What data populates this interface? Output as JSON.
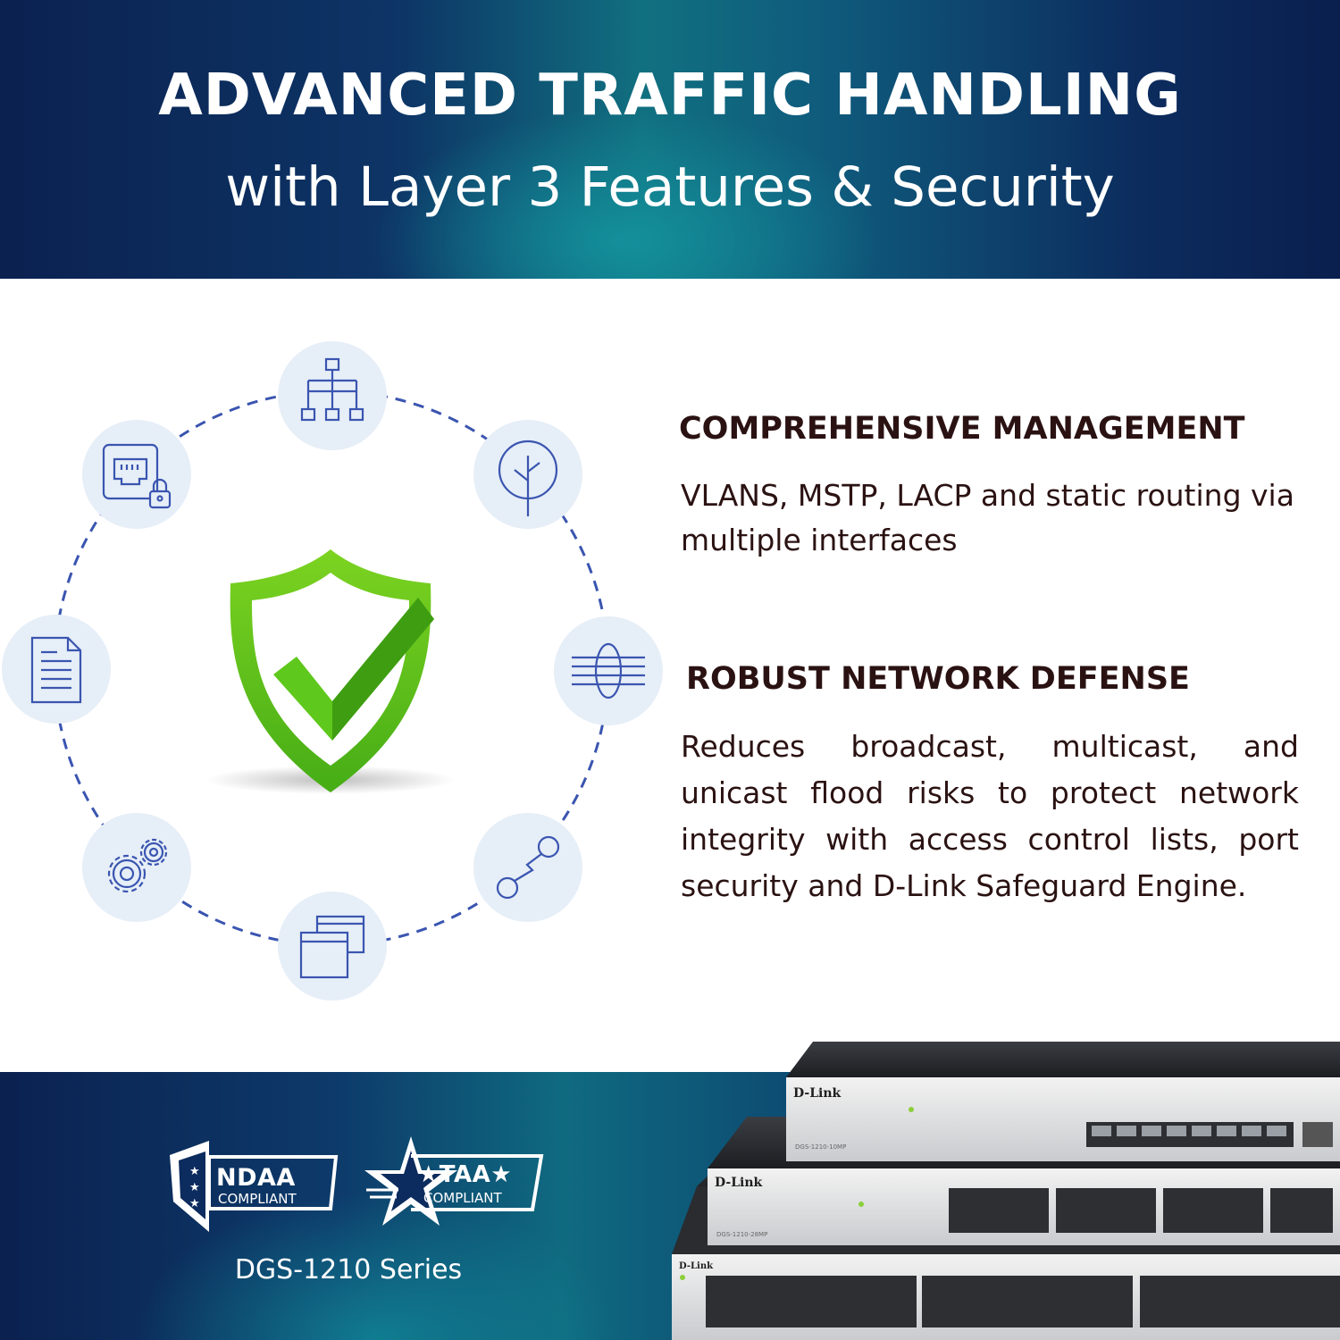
{
  "header": {
    "title": "ADVANCED TRAFFIC HANDLING",
    "subtitle": "with Layer 3 Features & Security"
  },
  "features": [
    {
      "heading": "COMPREHENSIVE MANAGEMENT",
      "body": "VLANS, MSTP, LACP and static routing via multiple interfaces"
    },
    {
      "heading": "ROBUST NETWORK DEFENSE",
      "body": "Reduces broadcast, multicast, and unicast flood risks to protect network integrity with access control lists, port security and D-Link Safeguard Engine."
    }
  ],
  "ring_icons": [
    "hierarchy-icon",
    "tree-icon",
    "globe-icon",
    "link-icon",
    "windows-icon",
    "gears-icon",
    "document-icon",
    "network-port-lock-icon"
  ],
  "badges": {
    "ndaa": {
      "main": "NDAA",
      "sub": "COMPLIANT"
    },
    "taa": {
      "main": "★TAA★",
      "sub": "COMPLIANT"
    }
  },
  "footer": {
    "series": "DGS-1210 Series"
  },
  "products": {
    "brand": "D-Link",
    "top_model": "DGS-1210-10MP",
    "middle_model": "DGS-1210-28MP"
  },
  "colors": {
    "header_dark": "#0b2150",
    "header_teal": "#117080",
    "icon_stroke": "#3a55b0",
    "icon_bg": "#e6eef7",
    "shield_green": "#5fc81c",
    "heading_text": "#2b1212"
  }
}
